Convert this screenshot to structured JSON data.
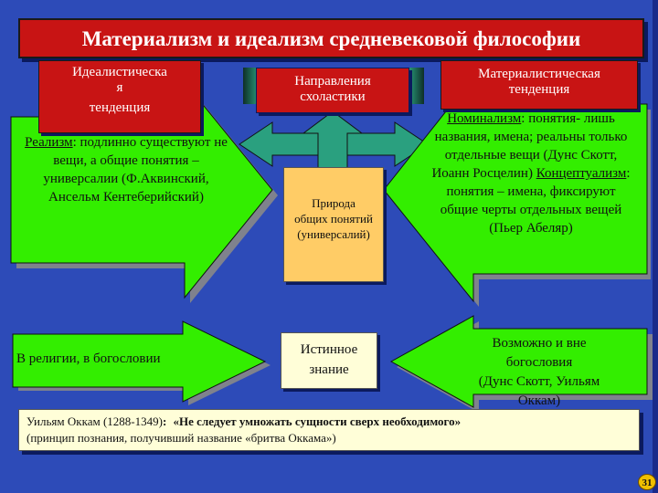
{
  "title": "Материализм и идеализм средневековой философии",
  "idealist_label": {
    "line1": "Идеалистическа",
    "line2": "я",
    "line3": "тенденция"
  },
  "materialist_label": {
    "line1": "Материалистическая",
    "line2": "тенденция"
  },
  "directions_box": {
    "line1": "Направления",
    "line2": "схоластики"
  },
  "realism": {
    "term": "Реализм",
    "text": ": подлинно существуют не вещи, а общие понятия – универсалии (Ф.Аквинский, Ансельм Кентеберийский)"
  },
  "nominalism": {
    "term": "Номинализм",
    "text1": ": понятия- лишь названия, имена; реальны только отдельные вещи (Дунс Скотт, Иоанн Росцелин)",
    "term2": "Концептуализм",
    "text2": ": понятия – имена, фиксируют общие черты отдельных вещей (Пьер Абеляр)"
  },
  "center_box": {
    "line1": "Природа",
    "line2": "общих понятий",
    "line3": "(универсалий)"
  },
  "truth_box": {
    "line1": "Истинное",
    "line2": "знание"
  },
  "left_bottom": "В религии, в богословии",
  "right_bottom": {
    "line1": "Возможно и вне",
    "line2": "богословия",
    "line3": "(Дунс Скотт, Уильям",
    "line4": "Оккам)"
  },
  "bottom_box": {
    "name": "Уильям Оккам (1288-1349)",
    "colon": ":",
    "quote": "«Не следует умножать сущности сверх необходимого»",
    "line2": "(принцип познания, получивший название «бритва Оккама»)"
  },
  "page_number": "31",
  "colors": {
    "background": "#2d4bb8",
    "red": "#c81414",
    "green": "#33ee00",
    "teal": "#2aa07f",
    "orange_box": "#ffcc66",
    "cream_box": "#fffed8"
  }
}
